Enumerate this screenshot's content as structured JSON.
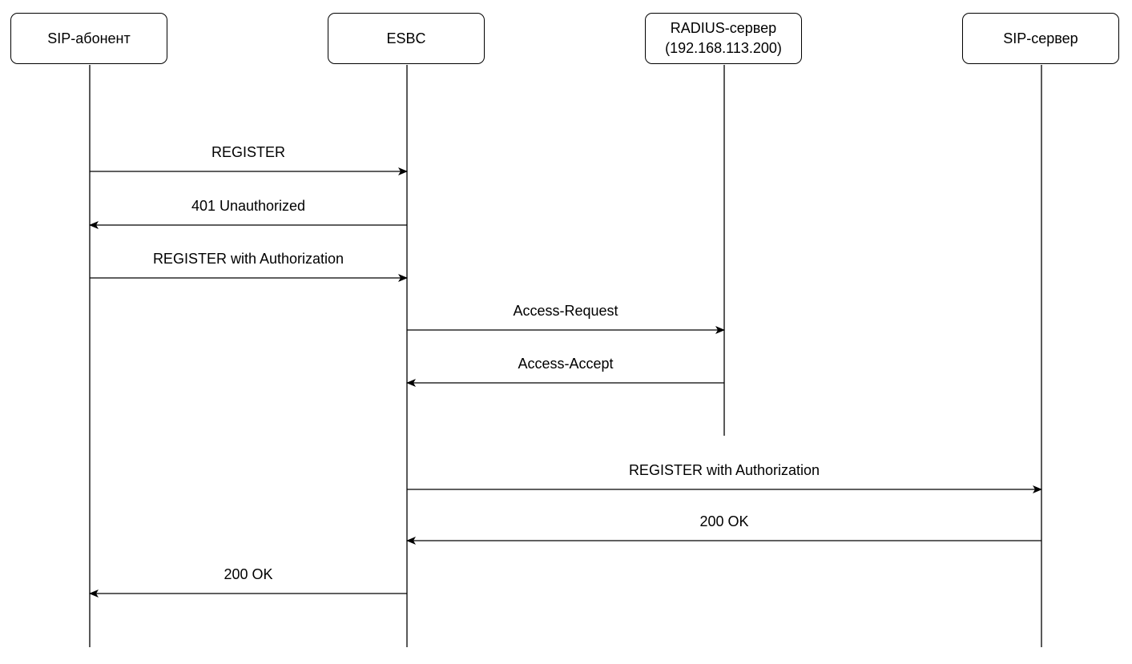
{
  "participants": [
    {
      "id": "sip-subscriber",
      "lines": [
        "SIP-абонент"
      ]
    },
    {
      "id": "esbc",
      "lines": [
        "ESBC"
      ]
    },
    {
      "id": "radius",
      "lines": [
        "RADIUS-сервер",
        "(192.168.113.200)"
      ]
    },
    {
      "id": "sip-server",
      "lines": [
        "SIP-сервер"
      ]
    }
  ],
  "messages": [
    {
      "from": "sip-subscriber",
      "to": "esbc",
      "label": "REGISTER"
    },
    {
      "from": "esbc",
      "to": "sip-subscriber",
      "label": "401 Unauthorized"
    },
    {
      "from": "sip-subscriber",
      "to": "esbc",
      "label": "REGISTER with Authorization"
    },
    {
      "from": "esbc",
      "to": "radius",
      "label": "Access-Request"
    },
    {
      "from": "radius",
      "to": "esbc",
      "label": "Access-Accept"
    },
    {
      "from": "esbc",
      "to": "sip-server",
      "label": "REGISTER with Authorization"
    },
    {
      "from": "sip-server",
      "to": "esbc",
      "label": "200 OK"
    },
    {
      "from": "esbc",
      "to": "sip-subscriber",
      "label": "200 OK"
    }
  ]
}
